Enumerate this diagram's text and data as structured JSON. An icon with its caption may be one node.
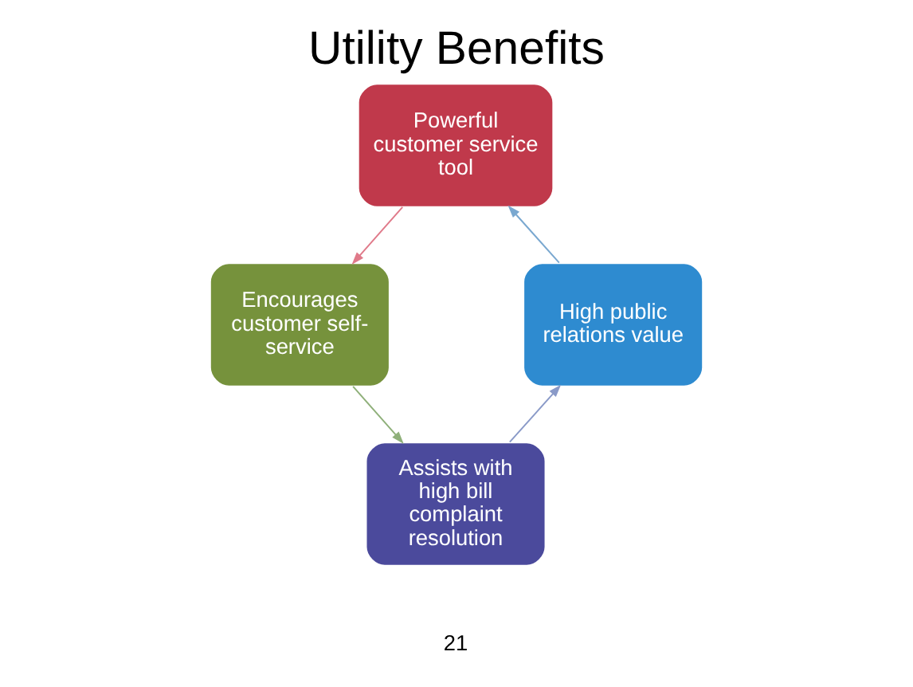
{
  "diagram": {
    "title": "Utility Benefits",
    "nodes": [
      {
        "text": [
          "Powerful customer service tool"
        ]
      },
      {
        "text": [
          "Encourages customer self-service"
        ]
      },
      {
        "text": [
          "Assists with high bill complaint resolution"
        ]
      },
      {
        "text": [
          "High public relations value"
        ]
      }
    ],
    "edges": [
      {
        "from": 0,
        "to": 1,
        "arrow": "to",
        "color": "#e07a8a"
      },
      {
        "from": 1,
        "to": 2,
        "arrow": "to",
        "color": "#8fb07a"
      },
      {
        "from": 2,
        "to": 3,
        "arrow": "to",
        "color": "#8a9ac8"
      },
      {
        "from": 3,
        "to": 0,
        "arrow": "to",
        "color": "#7aa8d0"
      }
    ],
    "labels": [
      "21"
    ]
  }
}
